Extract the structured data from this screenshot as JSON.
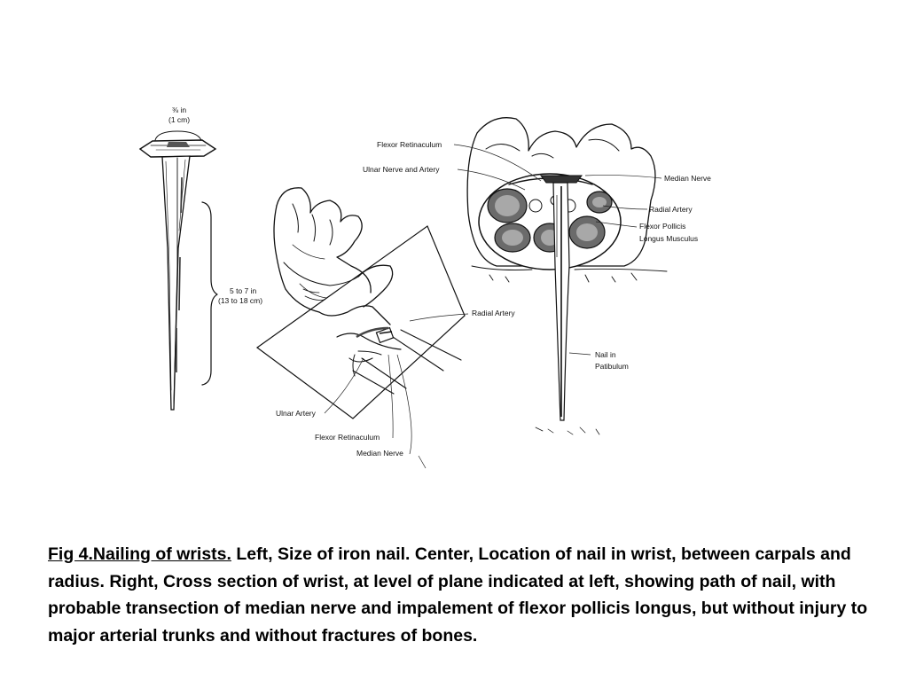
{
  "figure": {
    "nail_panel": {
      "head_size": "⅜ in",
      "head_size_metric": "(1 cm)",
      "length": "5 to 7 in",
      "length_metric": "(13 to 18 cm)"
    },
    "wrist_panel": {
      "labels": {
        "radial_artery": "Radial Artery",
        "ulnar_artery": "Ulnar Artery",
        "flexor_retinaculum": "Flexor Retinaculum",
        "median_nerve": "Median Nerve"
      }
    },
    "cross_section_panel": {
      "labels": {
        "flexor_retinaculum": "Flexor Retinaculum",
        "ulnar_nerve_artery": "Ulnar Nerve and Artery",
        "median_nerve": "Median Nerve",
        "radial_artery": "Radial Artery",
        "flexor_pollicis_1": "Flexor Pollicis",
        "flexor_pollicis_2": "Longus Musculus",
        "nail_in_1": "Nail in",
        "nail_in_2": "Patibulum"
      }
    }
  },
  "caption": {
    "title": "Fig 4.Nailing of wrists.",
    "text": " Left, Size of iron nail. Center, Location of nail in wrist, between carpals and radius. Right, Cross section of wrist, at level of plane indicated at left, showing path of nail, with probable transection of median nerve and impalement of flexor pollicis longus, but without injury to major arterial trunks and without fractures of bones."
  }
}
